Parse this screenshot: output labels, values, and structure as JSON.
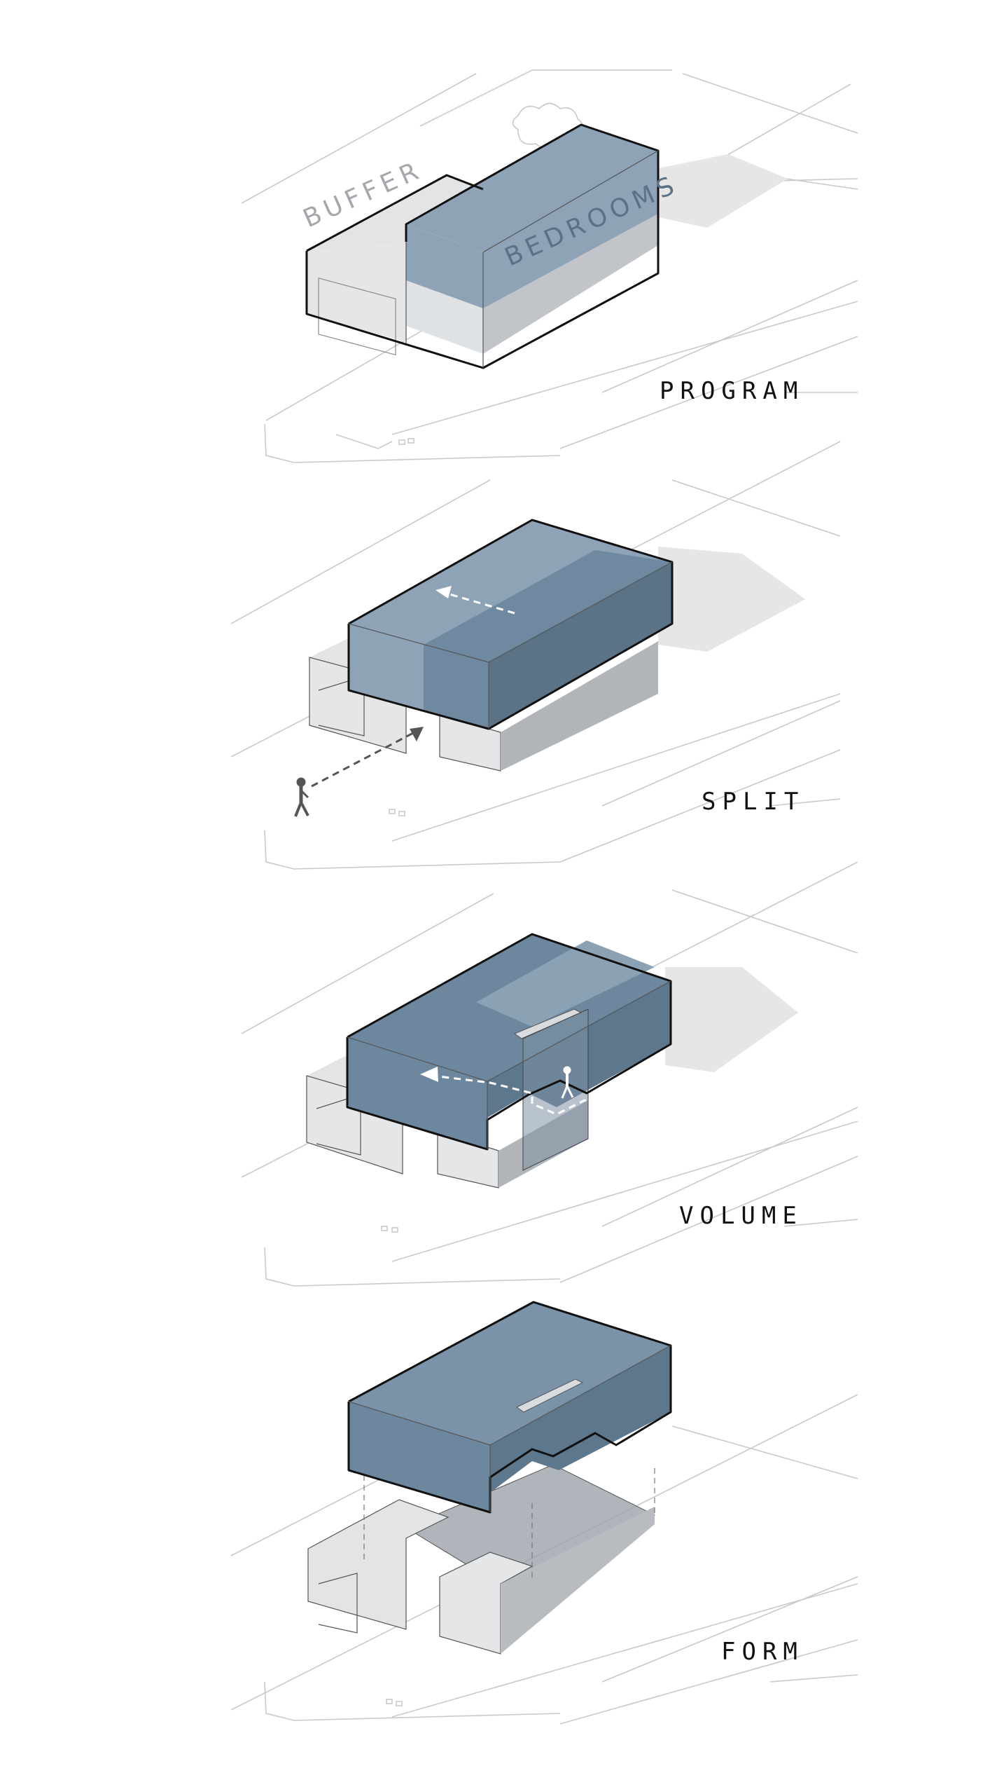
{
  "steps": [
    {
      "id": "program",
      "label": "PROGRAM",
      "annotations": {
        "buffer": "BUFFER",
        "bedrooms": "BEDROOMS"
      }
    },
    {
      "id": "split",
      "label": "SPLIT"
    },
    {
      "id": "volume",
      "label": "VOLUME"
    },
    {
      "id": "form",
      "label": "FORM"
    }
  ],
  "colors": {
    "volume_blue_light": "#8ea3b6",
    "volume_blue_mid": "#6f8aa0",
    "volume_blue_dark": "#5b7387",
    "volume_top": "#7890a6",
    "box_light": "#e2e4e6",
    "box_mid": "#c5c8cb",
    "box_dark": "#a9adb1",
    "shadow": "#e6e6e6",
    "site_lines": "#c9c9c9",
    "label_text": "#111111"
  },
  "icons": [
    "walking-person-icon",
    "dashed-arrow-icon"
  ]
}
